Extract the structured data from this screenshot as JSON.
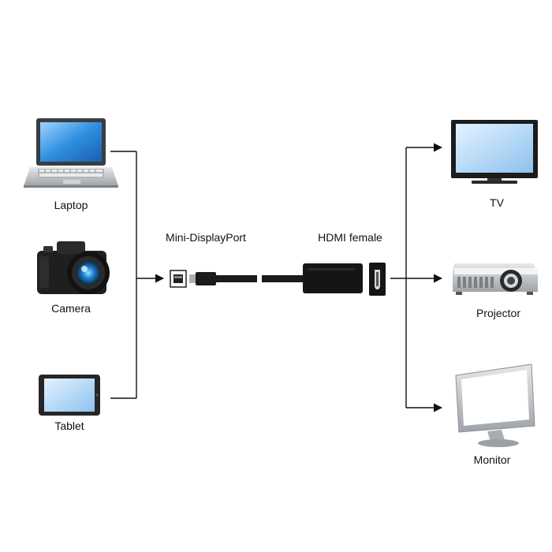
{
  "sources": {
    "laptop": {
      "label": "Laptop",
      "icon": "laptop-icon"
    },
    "camera": {
      "label": "Camera",
      "icon": "camera-icon"
    },
    "tablet": {
      "label": "Tablet",
      "icon": "tablet-icon"
    }
  },
  "adapter": {
    "input_label": "Mini-DisplayPort",
    "output_label": "HDMI female",
    "connector_icons": [
      "mini-displayport-plug-icon",
      "hdmi-female-port-icon"
    ]
  },
  "displays": {
    "tv": {
      "label": "TV",
      "icon": "tv-icon"
    },
    "projector": {
      "label": "Projector",
      "icon": "projector-icon"
    },
    "monitor": {
      "label": "Monitor",
      "icon": "monitor-icon"
    }
  },
  "colors": {
    "line": "#111111",
    "screen_blue": "#2f8fe0",
    "screen_light": "#bfe0fb",
    "device_dark": "#1c1c1c",
    "device_silver": "#c9ccd0"
  }
}
